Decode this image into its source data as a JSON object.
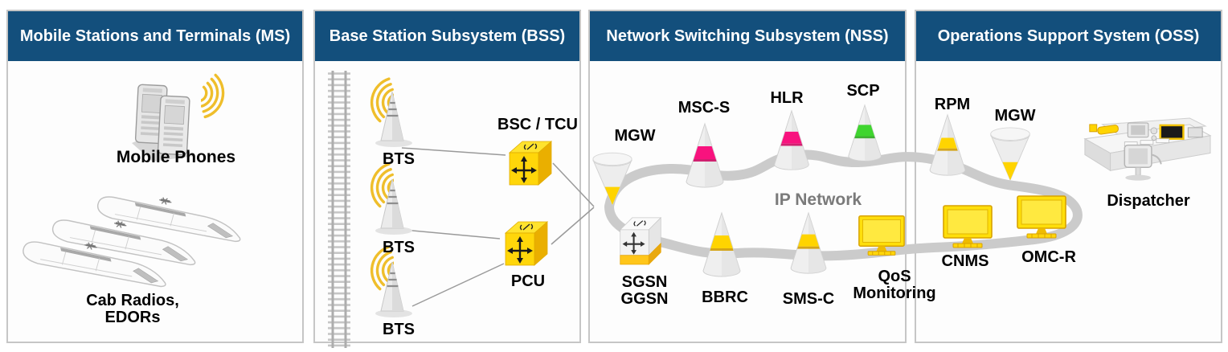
{
  "panel_ms": {
    "title": "Mobile Stations and Terminals (MS)",
    "mobile_phones_label": "Mobile Phones",
    "cab_radios_line1": "Cab Radios,",
    "cab_radios_line2": "EDORs"
  },
  "panel_bss": {
    "title": "Base Station Subsystem (BSS)",
    "bts1": "BTS",
    "bts2": "BTS",
    "bts3": "BTS",
    "bsc_tcu": "BSC / TCU",
    "pcu": "PCU"
  },
  "panel_nss": {
    "title": "Network Switching Subsystem (NSS)",
    "mgw": "MGW",
    "msc_s": "MSC-S",
    "hlr": "HLR",
    "scp": "SCP",
    "sgsn_line1": "SGSN",
    "sgsn_line2": "GGSN",
    "bbrc": "BBRC",
    "sms_c": "SMS-C",
    "qos_line1": "QoS",
    "qos_line2": "Monitoring",
    "ip_network": "IP Network"
  },
  "panel_oss": {
    "title": "Operations Support System (OSS)",
    "rpm": "RPM",
    "mgw": "MGW",
    "cnms": "CNMS",
    "omc_r": "OMC-R",
    "dispatcher": "Dispatcher"
  },
  "colors": {
    "header_blue": "#134F7C",
    "node_yellow": "#FFD60A",
    "band_pink": "#F8127E",
    "band_green": "#3FD52F",
    "band_yellow": "#FFD400",
    "ring_gray": "#CBCBCB",
    "signal_gold": "#EFBE2B"
  }
}
